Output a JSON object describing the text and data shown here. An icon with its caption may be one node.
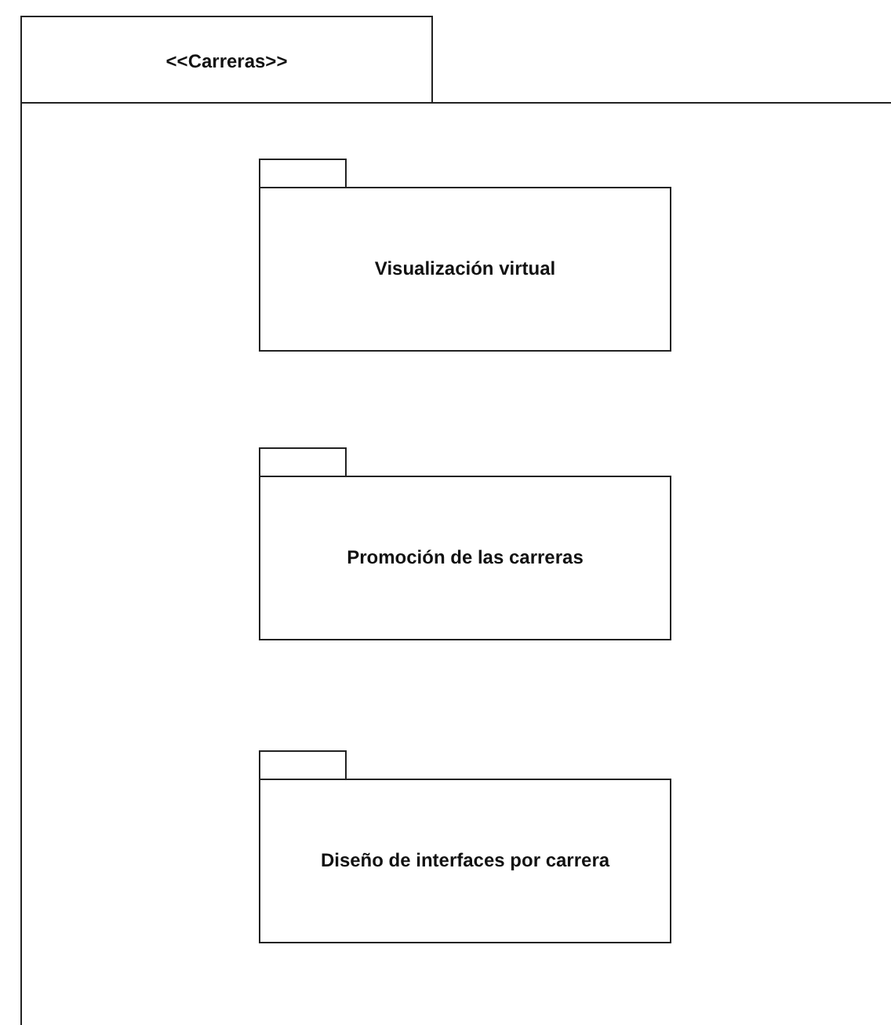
{
  "diagram": {
    "nodes": [
      {
        "text": [
          "<<Carreras>>"
        ]
      },
      {
        "text": [
          "Visualización virtual"
        ],
        "in": 0
      },
      {
        "text": [
          "Promoción de las carreras"
        ],
        "in": 0
      },
      {
        "text": [
          "Diseño de interfaces por carrera"
        ],
        "in": 0
      }
    ]
  }
}
